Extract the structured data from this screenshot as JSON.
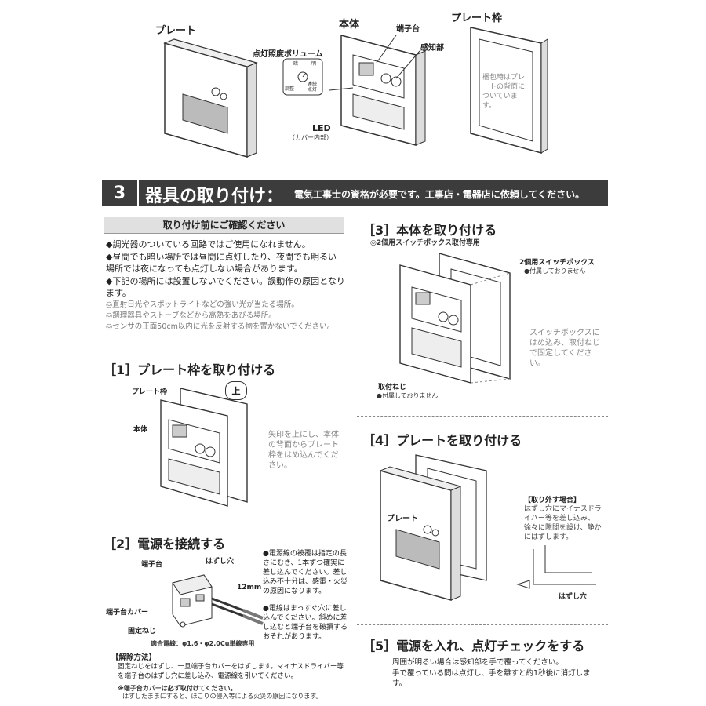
{
  "top": {
    "plate_label": "プレート",
    "body_label": "本体",
    "frame_label": "プレート枠",
    "terminal_label": "端子台",
    "sensor_label": "感知部",
    "volume_label": "点灯照度ボリューム",
    "vol_bright": "明",
    "vol_dark": "暗",
    "vol_adjust": "調整",
    "vol_always": "連続点灯",
    "led_label": "LED",
    "led_sub": "（カバー内部）",
    "frame_note": "梱包時はプレートの背面についています。"
  },
  "section": {
    "number": "3",
    "title": "器具の取り付け：",
    "subtitle": "電気工事士の資格が必要です。工事店・電器店に依頼してください。"
  },
  "precheck": {
    "header": "取り付け前にご確認ください",
    "bullets": [
      "◆調光器のついている回路ではご使用になれません。",
      "◆昼間でも暗い場所では昼間に点灯したり、夜間でも明るい場所では夜になっても点灯しない場合があります。",
      "◆下記の場所には設置しないでください。誤動作の原因となります。"
    ],
    "subitems": [
      "◎直射日光やスポットライトなどの強い光が当たる場所。",
      "◎調理器具やストーブなどから高熱をあびる場所。",
      "◎センサの正面50cm以内に光を反射する物を置かないでください。"
    ]
  },
  "step1": {
    "title": "［1］プレート枠を取り付ける",
    "frame_label": "プレート枠",
    "body_label": "本体",
    "up_label": "上",
    "note": "矢印を上にし、本体の背面からプレート枠をはめ込んでください。"
  },
  "step2": {
    "title": "［2］電源を接続する",
    "terminal": "端子台",
    "release_hole": "はずし穴",
    "mm": "12mm",
    "cover": "端子台カバー",
    "screw": "固定ねじ",
    "wire_spec": "適合電線：φ1.6・φ2.0Cu単線専用",
    "note1": "●電源線の被覆は指定の長さにむき、1本ずつ確実に差し込んでください。差し込み不十分は、感電・火災の原因になります。",
    "note2": "●電線はまっすぐ穴に差し込んでください。斜めに差し込むと端子台を破損するおそれがあります。",
    "release_title": "【解除方法】",
    "release_text": "固定ねじをはずし、一旦端子台カバーをはずします。マイナスドライバー等を端子台のはずし穴に差し込み、電源線を引いてください。",
    "warn_title": "※端子台カバーは必ず取付けてください。",
    "warn_text": "はずしたままにすると、ほこりの侵入等による火災の原因になります。"
  },
  "step3": {
    "title": "［3］本体を取り付ける",
    "sub": "◎2個用スイッチボックス取付専用",
    "box_label": "2個用スイッチボックス",
    "box_note": "●付属しておりません",
    "box_text": "スイッチボックスにはめ込み、取付ねじで固定してください。",
    "screw_label": "取付ねじ",
    "screw_note": "●付属しておりません"
  },
  "step4": {
    "title": "［4］プレートを取り付ける",
    "plate_label": "プレート",
    "remove_title": "【取り外す場合】",
    "remove_text": "はずし穴にマイナスドライバー等を差し込み、徐々に隙間を設け、静かにはずします。",
    "hole_label": "はずし穴"
  },
  "step5": {
    "title": "［5］電源を入れ、点灯チェックをする",
    "line1": "周囲が明るい場合は感知部を手で覆ってください。",
    "line2": "手で覆っている間は点灯し、手を離すと約1秒後に消灯します。"
  }
}
